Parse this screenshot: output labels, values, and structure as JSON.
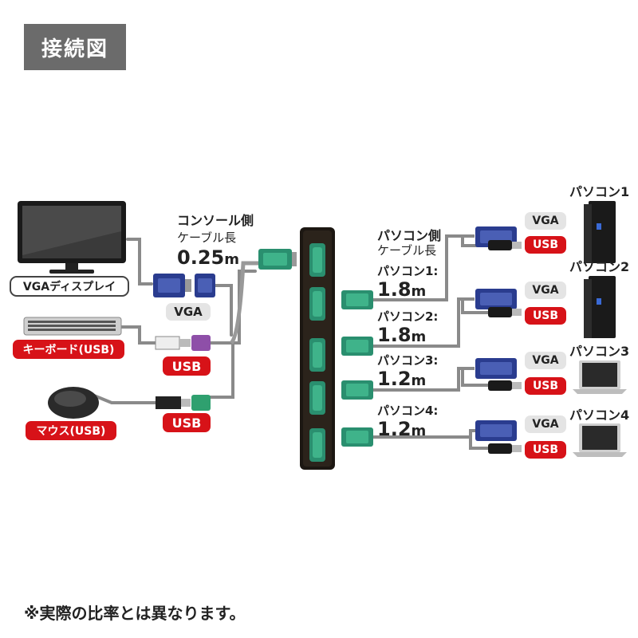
{
  "title": "接続図",
  "console": {
    "monitor_label": "VGAディスプレイ",
    "keyboard_label": "キーボード(USB)",
    "mouse_label": "マウス(USB)",
    "vga_tag": "VGA",
    "kbd_usb_tag": "USB",
    "mouse_usb_tag": "USB",
    "side_line1": "コンソール側",
    "side_line2": "ケーブル長",
    "length_num": "0.25",
    "length_unit": "m"
  },
  "pc_side": {
    "heading1": "パソコン側",
    "heading2": "ケーブル長"
  },
  "ports": [
    {
      "label": "パソコン1:",
      "length": "1.8",
      "unit": "m",
      "vga_tag": "VGA",
      "usb_tag": "USB",
      "pc_name": "パソコン1",
      "pc_type": "tower-pc-icon"
    },
    {
      "label": "パソコン2:",
      "length": "1.8",
      "unit": "m",
      "vga_tag": "VGA",
      "usb_tag": "USB",
      "pc_name": "パソコン2",
      "pc_type": "tower-pc-icon"
    },
    {
      "label": "パソコン3:",
      "length": "1.2",
      "unit": "m",
      "vga_tag": "VGA",
      "usb_tag": "USB",
      "pc_name": "パソコン3",
      "pc_type": "laptop-icon"
    },
    {
      "label": "パソコン4:",
      "length": "1.2",
      "unit": "m",
      "vga_tag": "VGA",
      "usb_tag": "USB",
      "pc_name": "パソコン4",
      "pc_type": "laptop-icon"
    }
  ],
  "footnote": "※実際の比率とは異なります。",
  "colors": {
    "red": "#d71218",
    "vga_blue": "#2a3c8f",
    "teal": "#2a8f6f",
    "cable": "#888888"
  }
}
